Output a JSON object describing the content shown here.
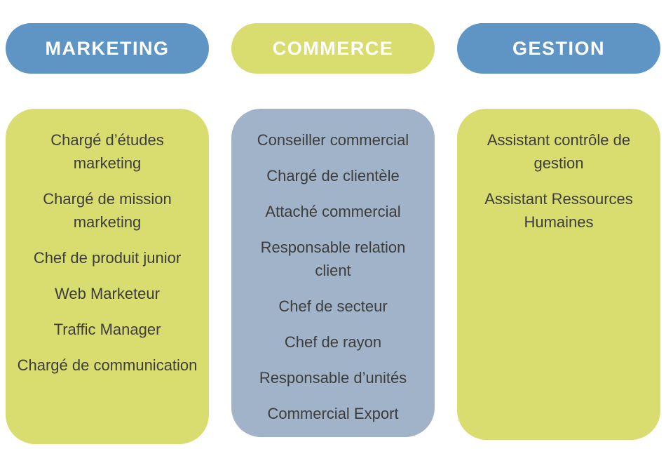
{
  "palette": {
    "blue": "#5e95c5",
    "green": "#d9dc6e",
    "slate": "#a0b3c8",
    "text": "#3d3d3d",
    "header-text": "#ffffff"
  },
  "columns": [
    {
      "header": "MARKETING",
      "items": [
        "Chargé d’études marketing",
        "Chargé de mission marketing",
        "Chef de produit junior",
        "Web Marketeur",
        "Traffic Manager",
        "Chargé de communication"
      ]
    },
    {
      "header": "COMMERCE",
      "items": [
        "Conseiller commercial",
        "Chargé de clientèle",
        "Attaché commercial",
        "Responsable relation client",
        "Chef de secteur",
        "Chef de rayon",
        "Responsable d’unités",
        "Commercial Export"
      ]
    },
    {
      "header": "GESTION",
      "items": [
        "Assistant contrôle de gestion",
        "Assistant Ressources Humaines"
      ]
    }
  ]
}
